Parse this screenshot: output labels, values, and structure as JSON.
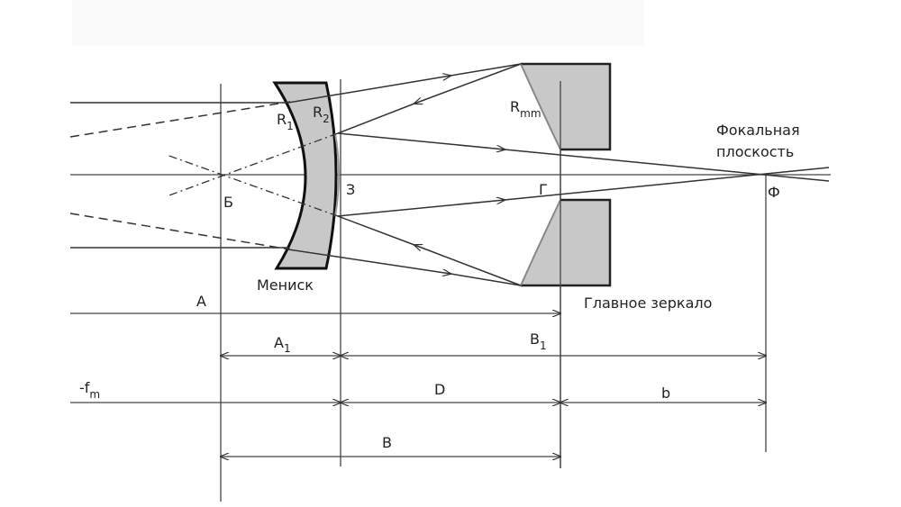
{
  "labels": {
    "r1": "R",
    "r1_sub": "1",
    "r2": "R",
    "r2_sub": "2",
    "rmm": "R",
    "rmm_sub": "mm",
    "point_b": "Б",
    "point_z": "З",
    "point_g": "Г",
    "point_f": "Ф",
    "focal_plane_line1": "Фокальная",
    "focal_plane_line2": "плоскость",
    "meniscus": "Мениск",
    "main_mirror": "Главное зеркало"
  },
  "dimensions": {
    "a": "A",
    "a1": "A",
    "a1_sub": "1",
    "b1": "B",
    "b1_sub": "1",
    "fm": "-f",
    "fm_sub": "m",
    "d": "D",
    "b_small": "b",
    "b": "B"
  },
  "colors": {
    "glass": "#c8c8c8",
    "line": "#333333"
  }
}
